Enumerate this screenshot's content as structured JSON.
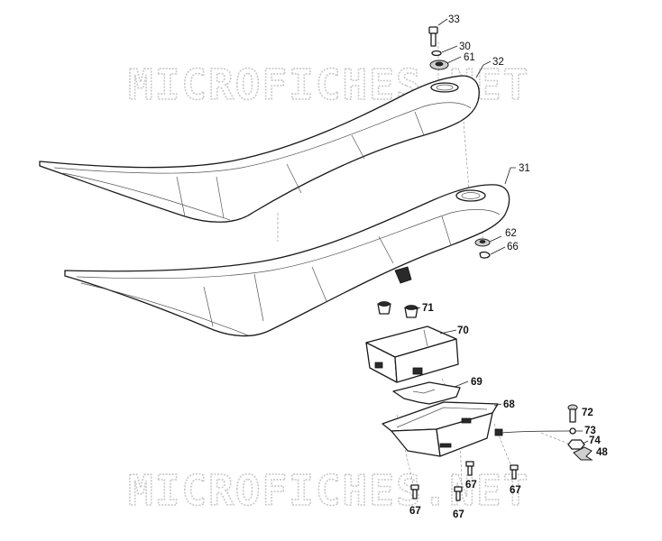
{
  "watermark": {
    "top_text": "MICROFICHES.NET",
    "bottom_text": "MICROFICHES.NET"
  },
  "callouts": {
    "p33": "33",
    "p30": "30",
    "p61": "61",
    "p32": "32",
    "p31": "31",
    "p62": "62",
    "p66": "66",
    "p71": "71",
    "p70": "70",
    "p69": "69",
    "p68": "68",
    "p72": "72",
    "p73": "73",
    "p74": "74",
    "p48": "48",
    "p67a": "67",
    "p67b": "67",
    "p67c": "67",
    "p67d": "67"
  },
  "colors": {
    "outline": "#1a1a1a",
    "watermark": "#c8c8c8",
    "background": "#ffffff"
  }
}
